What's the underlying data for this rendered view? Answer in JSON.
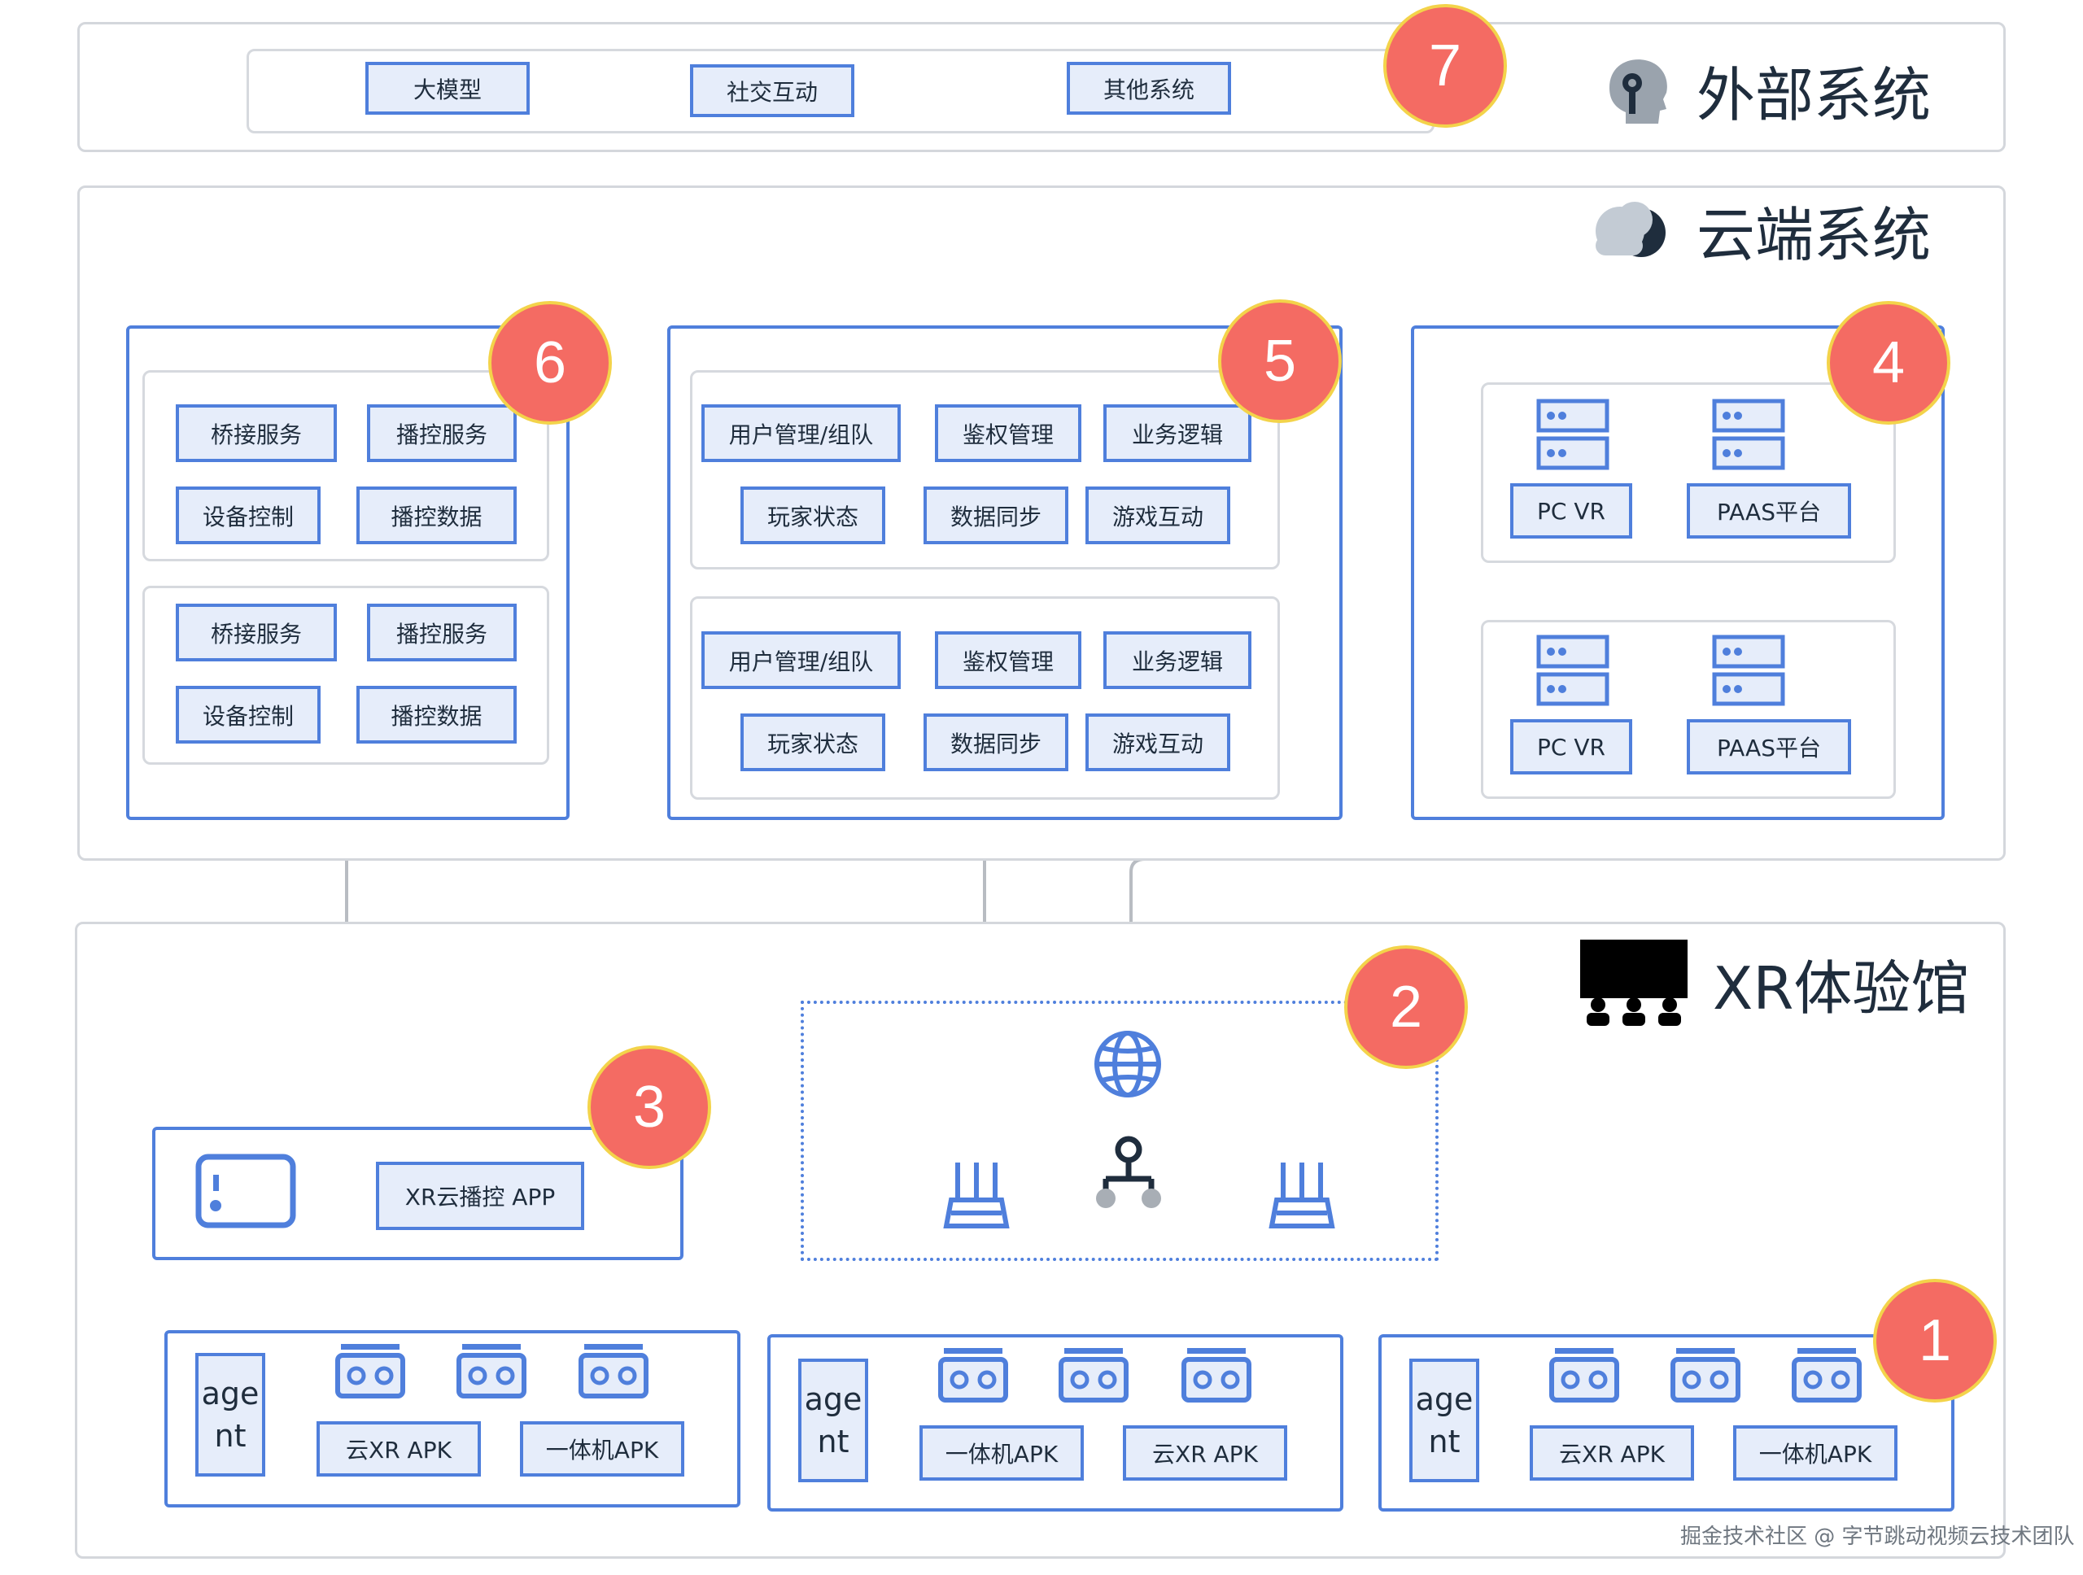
{
  "external": {
    "title": "外部系统",
    "badge": "7",
    "items": [
      "大模型",
      "社交互动",
      "其他系统"
    ],
    "icon": "head-gear-icon"
  },
  "cloud": {
    "title": "云端系统",
    "icon": "cloud-icon",
    "group6": {
      "badge": "6",
      "panels": [
        [
          "桥接服务",
          "播控服务",
          "设备控制",
          "播控数据"
        ],
        [
          "桥接服务",
          "播控服务",
          "设备控制",
          "播控数据"
        ]
      ]
    },
    "group5": {
      "badge": "5",
      "panels": [
        [
          "用户管理/组队",
          "鉴权管理",
          "业务逻辑",
          "玩家状态",
          "数据同步",
          "游戏互动"
        ],
        [
          "用户管理/组队",
          "鉴权管理",
          "业务逻辑",
          "玩家状态",
          "数据同步",
          "游戏互动"
        ]
      ]
    },
    "group4": {
      "badge": "4",
      "panels": [
        [
          "PC VR",
          "PAAS平台"
        ],
        [
          "PC VR",
          "PAAS平台"
        ]
      ]
    }
  },
  "hall": {
    "title": "XR体验馆",
    "icon": "audience-icon",
    "network": {
      "badge": "2",
      "icons": [
        "globe-icon",
        "router-icon",
        "network-hub-icon",
        "router-icon"
      ]
    },
    "controller": {
      "badge": "3",
      "app": "XR云播控 APP",
      "icon": "tablet-icon"
    },
    "stations": [
      {
        "agent": "age nt",
        "labels": [
          "云XR APK",
          "一体机APK"
        ]
      },
      {
        "agent": "age nt",
        "labels": [
          "一体机APK",
          "云XR APK"
        ]
      },
      {
        "agent": "age nt",
        "labels": [
          "云XR APK",
          "一体机APK"
        ]
      }
    ],
    "station_badge": "1"
  },
  "watermark": "掘金技术社区 @ 字节跳动视频云技术团队",
  "colors": {
    "accent": "#4f7fdc",
    "chip_fill": "#e6edfa",
    "badge": "#f46b63",
    "badge_ring": "#f3d34a",
    "connector": "#b8bcc2"
  }
}
